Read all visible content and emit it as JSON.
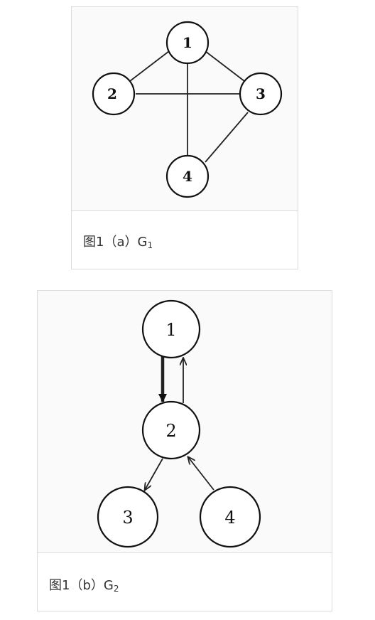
{
  "figure_a": {
    "nodes": [
      "1",
      "2",
      "3",
      "4"
    ],
    "edges": [
      [
        "1",
        "2"
      ],
      [
        "1",
        "3"
      ],
      [
        "1",
        "4"
      ],
      [
        "2",
        "3"
      ],
      [
        "3",
        "4"
      ]
    ],
    "caption": {
      "prefix": "图1（a）G",
      "sub": "1"
    }
  },
  "figure_b": {
    "nodes": [
      "1",
      "2",
      "3",
      "4"
    ],
    "edges": [
      [
        "1",
        "2"
      ],
      [
        "2",
        "1"
      ],
      [
        "2",
        "3"
      ],
      [
        "4",
        "2"
      ]
    ],
    "caption": {
      "prefix": "图1（b）G",
      "sub": "2"
    }
  }
}
